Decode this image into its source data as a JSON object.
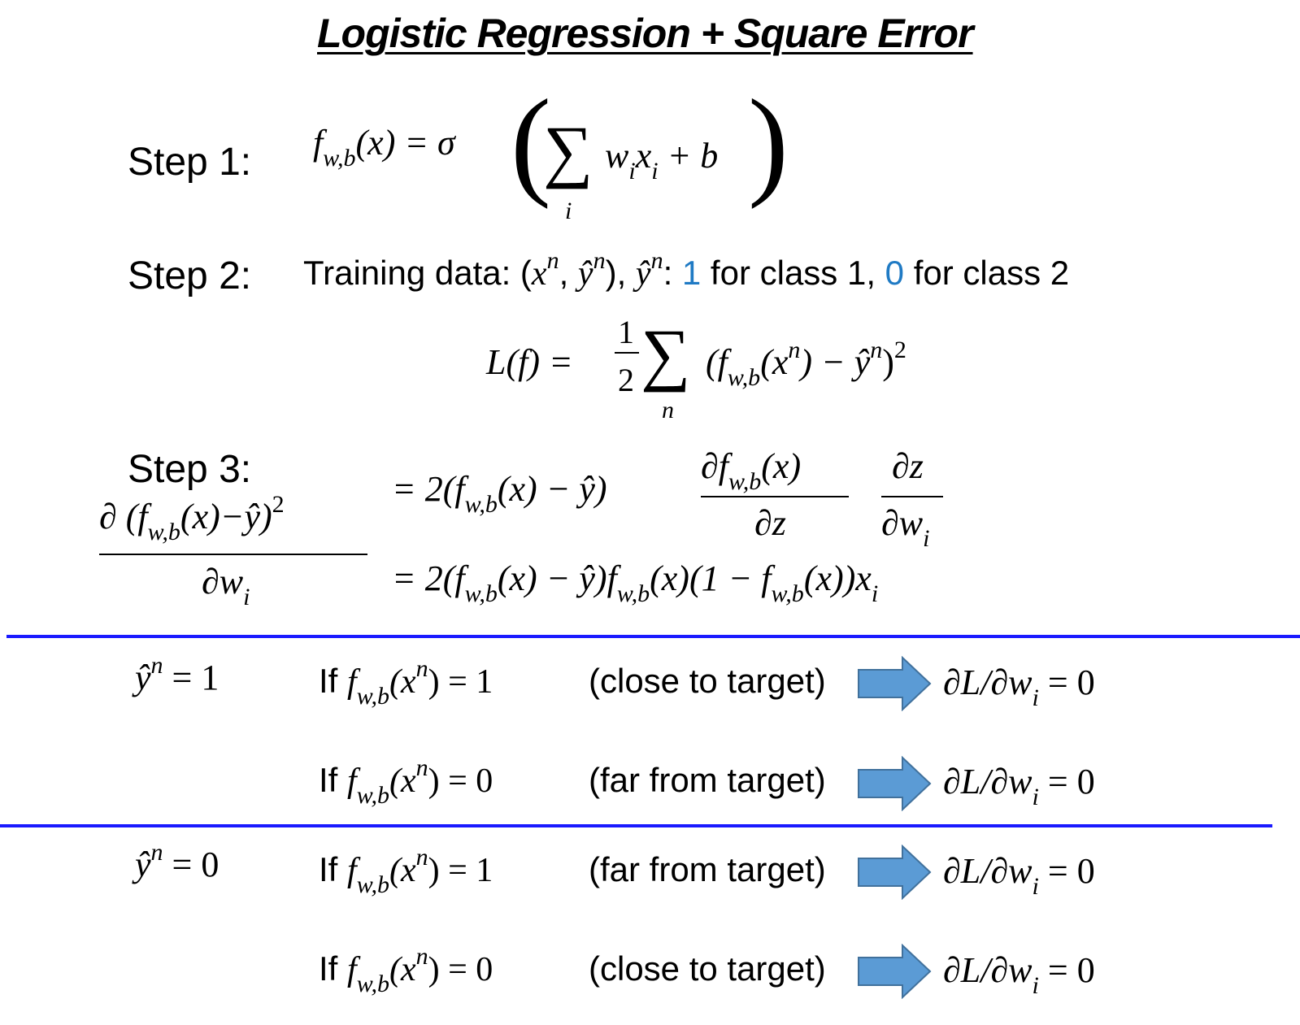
{
  "title": "Logistic Regression + Square Error",
  "step1": {
    "label": "Step 1:",
    "lhs": "f",
    "lhs_sub": "w,b",
    "lhs_arg": "(x) = σ",
    "sum_index": "i",
    "body": "w",
    "body_sub1": "i",
    "body_x": "x",
    "body_sub2": "i",
    "tail": " + b"
  },
  "step2": {
    "label": "Step 2:",
    "training_prefix": "Training data: (",
    "x": "x",
    "sup_n": "n",
    "comma": ", ",
    "yhat": "ŷ",
    "close": "), ",
    "colon": ": ",
    "one": "1",
    "class1": " for class 1, ",
    "zero": "0",
    "class2": " for class 2",
    "loss_lhs": "L(f) =",
    "half_num": "1",
    "half_den": "2",
    "sum_index": "n",
    "loss_body": "(f",
    "loss_sub": "w,b",
    "loss_arg": "(x",
    "loss_mid": ") − ŷ",
    "loss_close": ")",
    "square": "2"
  },
  "step3": {
    "label": "Step 3:",
    "lhs_num": "∂ (f",
    "lhs_num_sub": "w,b",
    "lhs_num_rest": "(x)−ŷ)",
    "lhs_num_sq": "2",
    "lhs_den": "∂w",
    "lhs_den_sub": "i",
    "row1_a": "= 2(f",
    "row1_sub": "w,b",
    "row1_b": "(x) − ŷ)",
    "frac1_num": "∂f",
    "frac1_num_sub": "w,b",
    "frac1_num_rest": "(x)",
    "frac1_den": "∂z",
    "frac2_num": "∂z",
    "frac2_den": "∂w",
    "frac2_den_sub": "i",
    "row2_a": "= 2(f",
    "row2_sub1": "w,b",
    "row2_b": "(x) − ŷ)f",
    "row2_sub2": "w,b",
    "row2_c": "(x)(1 − f",
    "row2_sub3": "w,b",
    "row2_d": "(x))x",
    "row2_sub4": "i"
  },
  "cases": [
    {
      "label_y": "ŷ",
      "label_sup": "n",
      "label_eq": " = 1",
      "rows": [
        {
          "if": "If ",
          "f": "f",
          "sub": "w,b",
          "arg": "(x",
          "sup": "n",
          "val": ") = 1",
          "note": "(close to target)",
          "res_a": "∂L/∂w",
          "res_sub": "i",
          "res_b": " = 0"
        },
        {
          "if": "If ",
          "f": "f",
          "sub": "w,b",
          "arg": "(x",
          "sup": "n",
          "val": ") = 0",
          "note": "(far from target)",
          "res_a": "∂L/∂w",
          "res_sub": "i",
          "res_b": " = 0"
        }
      ]
    },
    {
      "label_y": "ŷ",
      "label_sup": "n",
      "label_eq": " = 0",
      "rows": [
        {
          "if": "If ",
          "f": "f",
          "sub": "w,b",
          "arg": "(x",
          "sup": "n",
          "val": ") = 1",
          "note": "(far from target)",
          "res_a": "∂L/∂w",
          "res_sub": "i",
          "res_b": " = 0"
        },
        {
          "if": "If ",
          "f": "f",
          "sub": "w,b",
          "arg": "(x",
          "sup": "n",
          "val": ") = 0",
          "note": "(close to target)",
          "res_a": "∂L/∂w",
          "res_sub": "i",
          "res_b": " = 0"
        }
      ]
    }
  ],
  "colors": {
    "rule": "#1a1aff",
    "arrow": "#5b9bd5",
    "highlight": "#1f7ac4"
  },
  "icons": {
    "arrow": "right-arrow-icon"
  }
}
